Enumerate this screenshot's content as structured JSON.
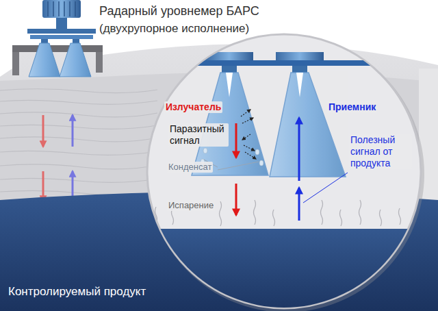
{
  "diagram": {
    "title": "Радарный уровнемер БАРС",
    "nodes": [
      {
        "text": [
          "Контролируемый продукт"
        ]
      }
    ],
    "labels": [
      "(двухрупорное исполнение)",
      "Излучатель",
      "Паразитный сигнал",
      "Конденсат",
      "Приемник",
      "Полезный сигнал от продукта",
      "Испарение"
    ]
  }
}
